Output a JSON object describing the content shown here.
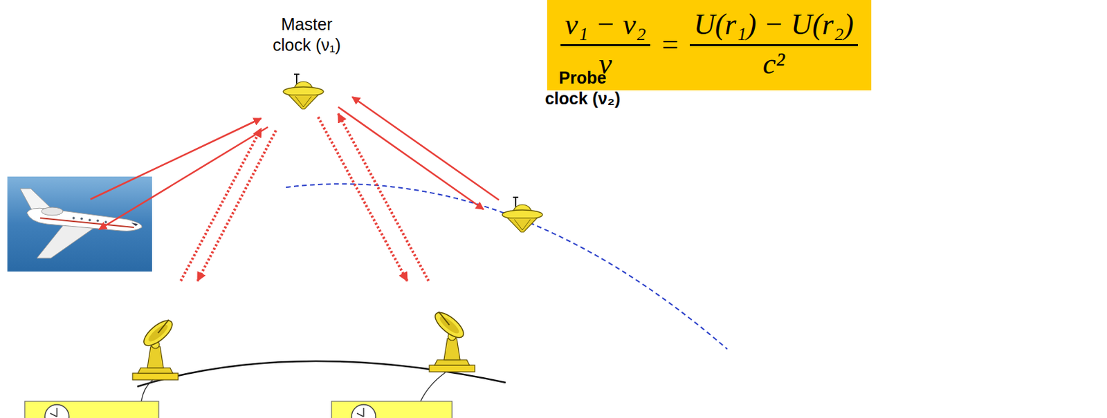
{
  "diagram": {
    "nodes": [
      {
        "text": [
          "ν₁ − ν₂",
          "ν",
          "=",
          "U(r₁) − U(r₂)",
          "c²"
        ]
      }
    ],
    "labels": [
      "Master clock (ν₁)",
      "Probe clock (ν₂)"
    ]
  }
}
